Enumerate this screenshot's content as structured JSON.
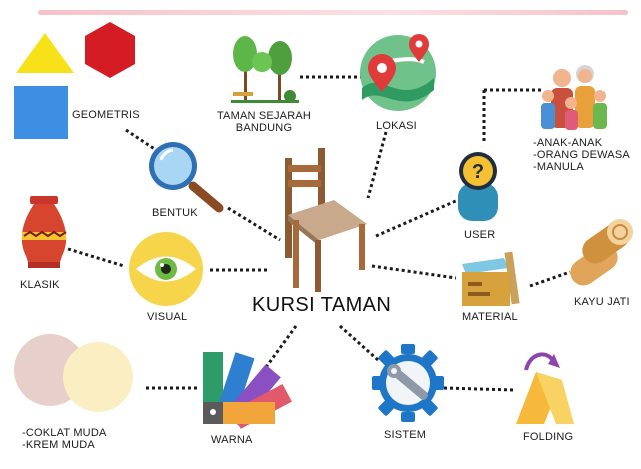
{
  "title": "KURSI TAMAN",
  "nodes": {
    "geometris": "GEOMETRIS",
    "taman": "TAMAN SEJARAH\nBANDUNG",
    "lokasi": "LOKASI",
    "user": "USER",
    "user_list": "-ANAK-ANAK\n-ORANG DEWASA\n-MANULA",
    "bentuk": "BENTUK",
    "klasik": "KLASIK",
    "visual": "VISUAL",
    "material": "MATERIAL",
    "kayu": "KAYU JATI",
    "warna": "WARNA",
    "warna_list": "-COKLAT MUDA\n-KREM MUDA",
    "sistem": "SISTEM",
    "folding": "FOLDING"
  },
  "colors": {
    "accent_pink": "#f6c2c8",
    "yellow": "#f7e21a",
    "red": "#d31c24",
    "blue": "#3d8fe4",
    "wood": "#a86a3a",
    "gear_blue": "#1d76c6",
    "coklat_muda": "#e7d0cc",
    "krem_muda": "#fbeec2"
  },
  "icons": [
    "triangle-icon",
    "hexagon-icon",
    "square-icon",
    "magnifier-icon",
    "trees-icon",
    "map-location-icon",
    "family-icon",
    "question-user-icon",
    "vase-icon",
    "eye-icon",
    "chair-icon",
    "wood-log-icon",
    "materials-box-icon",
    "color-swatch-icon",
    "gear-wrench-icon",
    "folding-chair-icon"
  ]
}
